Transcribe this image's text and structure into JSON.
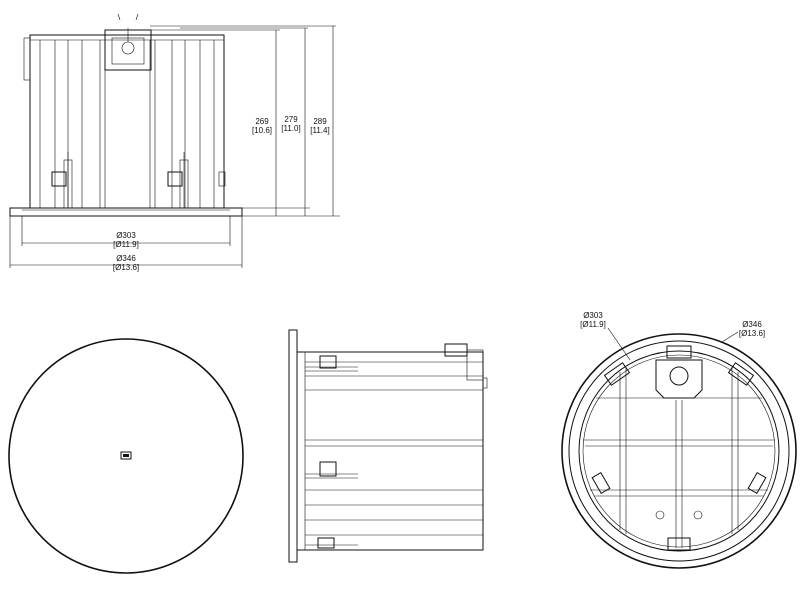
{
  "dimensions": {
    "height_269": {
      "mm": "269",
      "in": "[10.6]"
    },
    "height_279": {
      "mm": "279",
      "in": "[11.0]"
    },
    "height_289": {
      "mm": "289",
      "in": "[11.4]"
    },
    "dia_303": {
      "mm": "Ø303",
      "in": "[Ø11.9]"
    },
    "dia_346": {
      "mm": "Ø346",
      "in": "[Ø13.6]"
    },
    "rear_303": {
      "mm": "Ø303",
      "in": "[Ø11.9]"
    },
    "rear_346": {
      "mm": "Ø346",
      "in": "[Ø13.6]"
    }
  },
  "views": [
    "front-elevation",
    "grille-face",
    "side-elevation",
    "rear-view"
  ]
}
